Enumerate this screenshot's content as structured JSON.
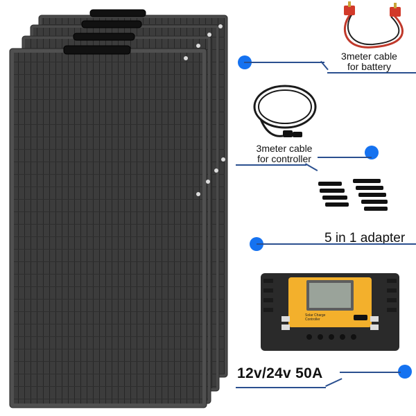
{
  "callouts": {
    "battery_cable": {
      "line1": "3meter cable",
      "line2": "for battery"
    },
    "controller_cable": {
      "line1": "3meter cable",
      "line2": "for controller"
    },
    "adapter": "5 in 1 adapter",
    "controller_spec": "12v/24v 50A"
  },
  "controller_label": {
    "line1": "Solar Charge",
    "line2": "Controller"
  },
  "colors": {
    "accent_dot": "#1572f0",
    "callout_line": "#2a4f8f",
    "panel": "#3b3b3b",
    "controller_face": "#f3b02c",
    "controller_body": "#2a2a2a"
  }
}
